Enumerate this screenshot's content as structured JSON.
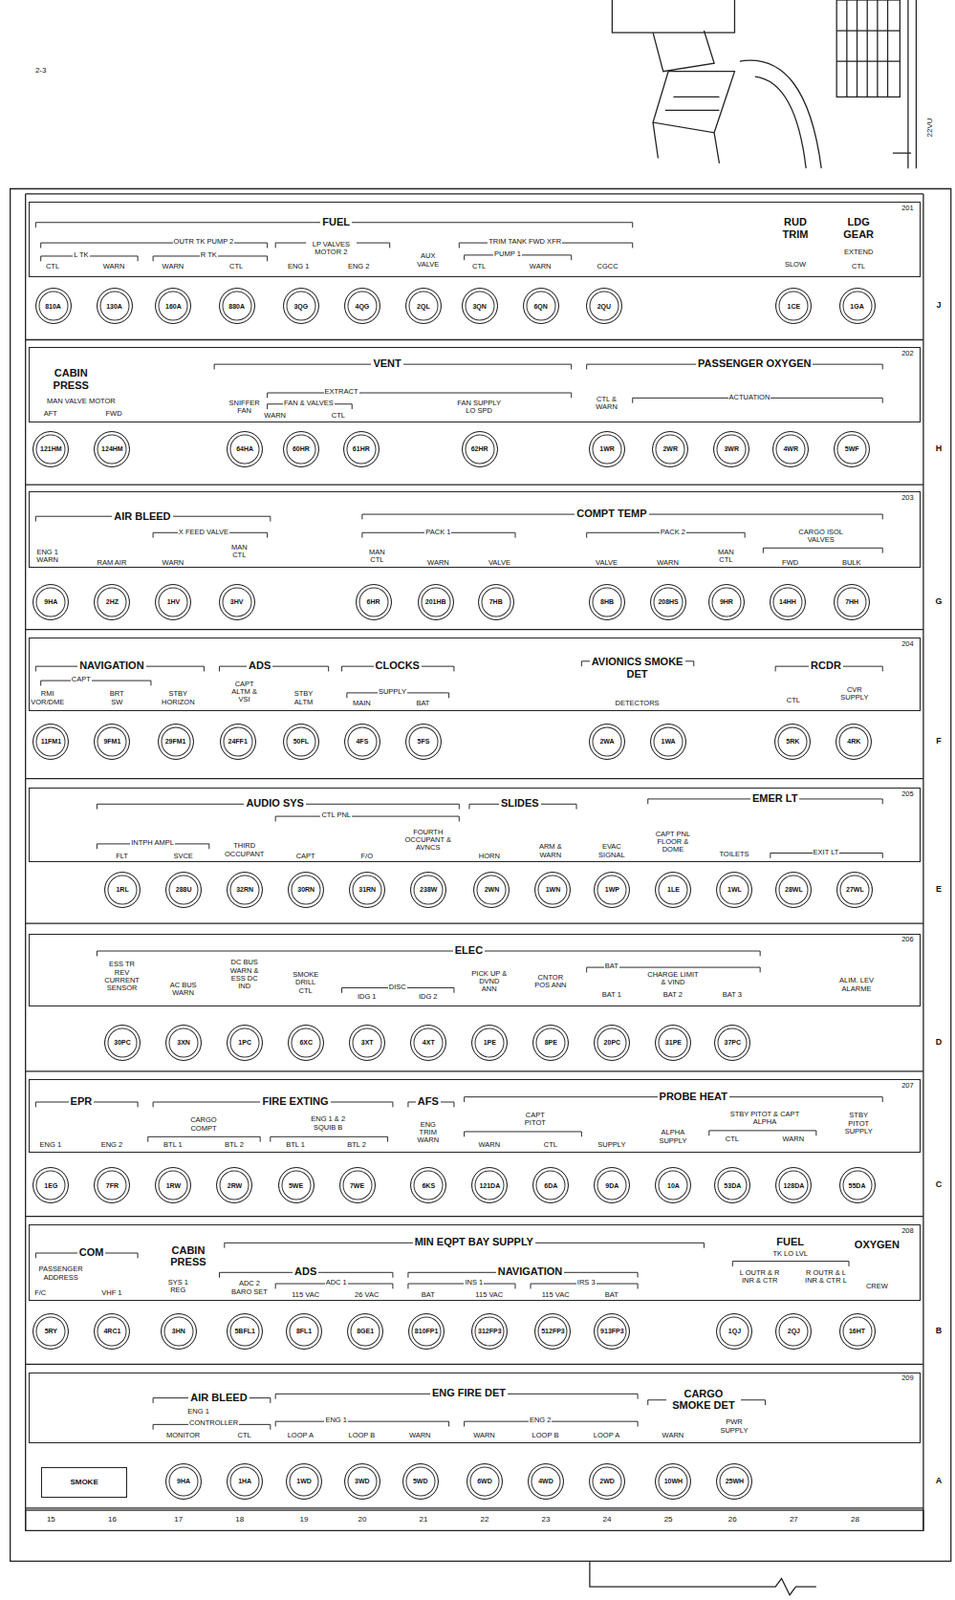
{
  "diagram": {
    "nodes": [
      {
        "text": [
          "201",
          "FUEL",
          "OUTR TK PUMP 2",
          "L TK",
          "R TK",
          "LP VALVES MOTOR 2",
          "AUX VALVE",
          "TRIM TANK FWD XFR",
          "PUMP 1",
          "CTL",
          "WARN",
          "WARN",
          "CTL",
          "ENG 1",
          "ENG 2",
          "CTL",
          "WARN",
          "CGCC",
          "RUD TRIM",
          "SLOW",
          "LDG GEAR",
          "EXTEND",
          "CTL"
        ]
      },
      {
        "text": [
          "810A"
        ]
      },
      {
        "text": [
          "130A"
        ]
      },
      {
        "text": [
          "160A"
        ]
      },
      {
        "text": [
          "880A"
        ]
      },
      {
        "text": [
          "3QG"
        ]
      },
      {
        "text": [
          "4QG"
        ]
      },
      {
        "text": [
          "2QL"
        ]
      },
      {
        "text": [
          "3QN"
        ]
      },
      {
        "text": [
          "6QN"
        ]
      },
      {
        "text": [
          "2QU"
        ]
      },
      {
        "text": [
          "1CE"
        ]
      },
      {
        "text": [
          "1GA"
        ]
      },
      {
        "text": [
          "202",
          "CABIN PRESS",
          "MAN VALVE MOTOR",
          "AFT",
          "FWD",
          "VENT",
          "EXTRACT",
          "SNIFFER FAN",
          "FAN & VALVES",
          "WARN",
          "CTL",
          "FAN SUPPLY LO SPD",
          "PASSENGER OXYGEN",
          "CTL & WARN",
          "ACTUATION"
        ]
      },
      {
        "text": [
          "121HM"
        ]
      },
      {
        "text": [
          "124HM"
        ]
      },
      {
        "text": [
          "64HA"
        ]
      },
      {
        "text": [
          "60HR"
        ]
      },
      {
        "text": [
          "61HR"
        ]
      },
      {
        "text": [
          "62HR"
        ]
      },
      {
        "text": [
          "1WR"
        ]
      },
      {
        "text": [
          "2WR"
        ]
      },
      {
        "text": [
          "3WR"
        ]
      },
      {
        "text": [
          "4WR"
        ]
      },
      {
        "text": [
          "5WF"
        ]
      },
      {
        "text": [
          "203",
          "AIR BLEED",
          "ENG 1 WARN",
          "RAM AIR",
          "X FEED VALVE",
          "WARN",
          "MAN CTL",
          "COMPT TEMP",
          "PACK 1",
          "MAN CTL",
          "WARN",
          "VALVE",
          "PACK 2",
          "VALVE",
          "WARN",
          "MAN CTL",
          "CARGO ISOL VALVES",
          "FWD",
          "BULK"
        ]
      },
      {
        "text": [
          "9HA"
        ]
      },
      {
        "text": [
          "2HZ"
        ]
      },
      {
        "text": [
          "1HV"
        ]
      },
      {
        "text": [
          "3HV"
        ]
      },
      {
        "text": [
          "6HR"
        ]
      },
      {
        "text": [
          "201HB"
        ]
      },
      {
        "text": [
          "7HB"
        ]
      },
      {
        "text": [
          "8HB"
        ]
      },
      {
        "text": [
          "208HS"
        ]
      },
      {
        "text": [
          "9HR"
        ]
      },
      {
        "text": [
          "14HH"
        ]
      },
      {
        "text": [
          "7HH"
        ]
      },
      {
        "text": [
          "204",
          "NAVIGATION",
          "CAPT",
          "RMI VOR/DME",
          "BRT SW",
          "STBY HORIZON",
          "ADS",
          "CAPT ALTM & VSI",
          "STBY ALTM",
          "CLOCKS",
          "SUPPLY",
          "MAIN",
          "BAT",
          "AVIONICS SMOKE DET",
          "DETECTORS",
          "RCDR",
          "CTL",
          "CVR SUPPLY"
        ]
      },
      {
        "text": [
          "11FM1"
        ]
      },
      {
        "text": [
          "9FM1"
        ]
      },
      {
        "text": [
          "29FM1"
        ]
      },
      {
        "text": [
          "24FF1"
        ]
      },
      {
        "text": [
          "50FL"
        ]
      },
      {
        "text": [
          "4FS"
        ]
      },
      {
        "text": [
          "5FS"
        ]
      },
      {
        "text": [
          "2WA"
        ]
      },
      {
        "text": [
          "1WA"
        ]
      },
      {
        "text": [
          "5RK"
        ]
      },
      {
        "text": [
          "4RK"
        ]
      },
      {
        "text": [
          "205",
          "AUDIO SYS",
          "CTL PNL",
          "INTPH AMPL",
          "FLT",
          "SVCE",
          "THIRD OCCUPANT",
          "CAPT",
          "F/O",
          "FOURTH OCCUPANT & AVNCS",
          "SLIDES",
          "HORN",
          "ARM & WARN",
          "EVAC SIGNAL",
          "EMER LT",
          "CAPT PNL FLOOR & DOME",
          "TOILETS",
          "EXIT LT"
        ]
      },
      {
        "text": [
          "1RL"
        ]
      },
      {
        "text": [
          "288U"
        ]
      },
      {
        "text": [
          "32RN"
        ]
      },
      {
        "text": [
          "30RN"
        ]
      },
      {
        "text": [
          "31RN"
        ]
      },
      {
        "text": [
          "238W"
        ]
      },
      {
        "text": [
          "2WN"
        ]
      },
      {
        "text": [
          "1WN"
        ]
      },
      {
        "text": [
          "1WP"
        ]
      },
      {
        "text": [
          "1LE"
        ]
      },
      {
        "text": [
          "1WL"
        ]
      },
      {
        "text": [
          "28WL"
        ]
      },
      {
        "text": [
          "27WL"
        ]
      },
      {
        "text": [
          "206",
          "ESS TR REV CURRENT SENSOR",
          "AC BUS WARN",
          "DC BUS WARN & ESS DC IND",
          "SMOKE DRILL CTL",
          "ELEC",
          "DISC",
          "IDG 1",
          "IDG 2",
          "PICK UP & DVND ANN",
          "CNTOR POS ANN",
          "BAT",
          "BAT 1",
          "CHARGE LIMIT & VIND",
          "BAT 2",
          "BAT 3",
          "ALIM. LEV ALARME"
        ]
      },
      {
        "text": [
          "30PC"
        ]
      },
      {
        "text": [
          "3XN"
        ]
      },
      {
        "text": [
          "1PC"
        ]
      },
      {
        "text": [
          "6XC"
        ]
      },
      {
        "text": [
          "3XT"
        ]
      },
      {
        "text": [
          "4XT"
        ]
      },
      {
        "text": [
          "1PE"
        ]
      },
      {
        "text": [
          "8PE"
        ]
      },
      {
        "text": [
          "20PC"
        ]
      },
      {
        "text": [
          "31PE"
        ]
      },
      {
        "text": [
          "37PC"
        ]
      },
      {
        "text": [
          "207",
          "EPR",
          "ENG 1",
          "ENG 2",
          "FIRE EXTING",
          "CARGO COMPT",
          "BTL 1",
          "BTL 2",
          "ENG 1 & 2 SQUIB B",
          "BTL 1",
          "BTL 2",
          "AFS",
          "ENG TRIM WARN",
          "PROBE HEAT",
          "CAPT PITOT",
          "WARN",
          "CTL",
          "SUPPLY",
          "ALPHA SUPPLY",
          "STBY PITOT & CAPT ALPHA",
          "CTL",
          "WARN",
          "STBY PITOT SUPPLY"
        ]
      },
      {
        "text": [
          "1EG"
        ]
      },
      {
        "text": [
          "7FR"
        ]
      },
      {
        "text": [
          "1RW"
        ]
      },
      {
        "text": [
          "2RW"
        ]
      },
      {
        "text": [
          "5WE"
        ]
      },
      {
        "text": [
          "7WE"
        ]
      },
      {
        "text": [
          "6KS"
        ]
      },
      {
        "text": [
          "121DA"
        ]
      },
      {
        "text": [
          "6DA"
        ]
      },
      {
        "text": [
          "9DA"
        ]
      },
      {
        "text": [
          "10A"
        ]
      },
      {
        "text": [
          "53DA"
        ]
      },
      {
        "text": [
          "128DA"
        ]
      },
      {
        "text": [
          "55DA"
        ]
      },
      {
        "text": [
          "208",
          "COM",
          "PASSENGER ADDRESS",
          "F/C",
          "VHF 1",
          "CABIN PRESS",
          "SYS 1 REG",
          "MIN EQPT BAY SUPPLY",
          "ADS",
          "ADC 2 BARO SET",
          "ADC 1",
          "115 VAC",
          "26 VAC",
          "NAVIGATION",
          "INS 1",
          "BAT",
          "115 VAC",
          "IRS 3",
          "115 VAC",
          "BAT",
          "FUEL",
          "TK LO LVL",
          "L OUTR & R INR & CTR",
          "R OUTR & L INR & CTR L",
          "OXYGEN",
          "CREW"
        ]
      },
      {
        "text": [
          "5RY"
        ]
      },
      {
        "text": [
          "4RC1"
        ]
      },
      {
        "text": [
          "3HN"
        ]
      },
      {
        "text": [
          "5BFL1"
        ]
      },
      {
        "text": [
          "8FL1"
        ]
      },
      {
        "text": [
          "8GE1"
        ]
      },
      {
        "text": [
          "810FP1"
        ]
      },
      {
        "text": [
          "312FP3"
        ]
      },
      {
        "text": [
          "512FP3"
        ]
      },
      {
        "text": [
          "913FP3"
        ]
      },
      {
        "text": [
          "1QJ"
        ]
      },
      {
        "text": [
          "2QJ"
        ]
      },
      {
        "text": [
          "16HT"
        ]
      },
      {
        "text": [
          "209",
          "AIR BLEED",
          "ENG FIRE DET",
          "ENG 1",
          "CONTROLLER",
          "MONITOR",
          "CTL",
          "ENG 1",
          "LOOP A",
          "LOOP B",
          "WARN",
          "ENG 2",
          "WARN",
          "LOOP B",
          "LOOP A",
          "CARGO SMOKE DET",
          "WARN",
          "PWR SUPPLY"
        ]
      },
      {
        "text": [
          "SMOKE"
        ]
      },
      {
        "text": [
          "9HA"
        ]
      },
      {
        "text": [
          "1HA"
        ]
      },
      {
        "text": [
          "1WD"
        ]
      },
      {
        "text": [
          "3WD"
        ]
      },
      {
        "text": [
          "5WD"
        ]
      },
      {
        "text": [
          "6WD"
        ]
      },
      {
        "text": [
          "4WD"
        ]
      },
      {
        "text": [
          "2WD"
        ]
      },
      {
        "text": [
          "10WH"
        ]
      },
      {
        "text": [
          "25WH"
        ]
      }
    ],
    "labels": [
      "2-3",
      "22VU",
      "J",
      "H",
      "G",
      "F",
      "E",
      "D",
      "C",
      "B",
      "A",
      "15",
      "16",
      "17",
      "18",
      "19",
      "20",
      "21",
      "22",
      "23",
      "24",
      "25",
      "26",
      "27",
      "28"
    ]
  }
}
